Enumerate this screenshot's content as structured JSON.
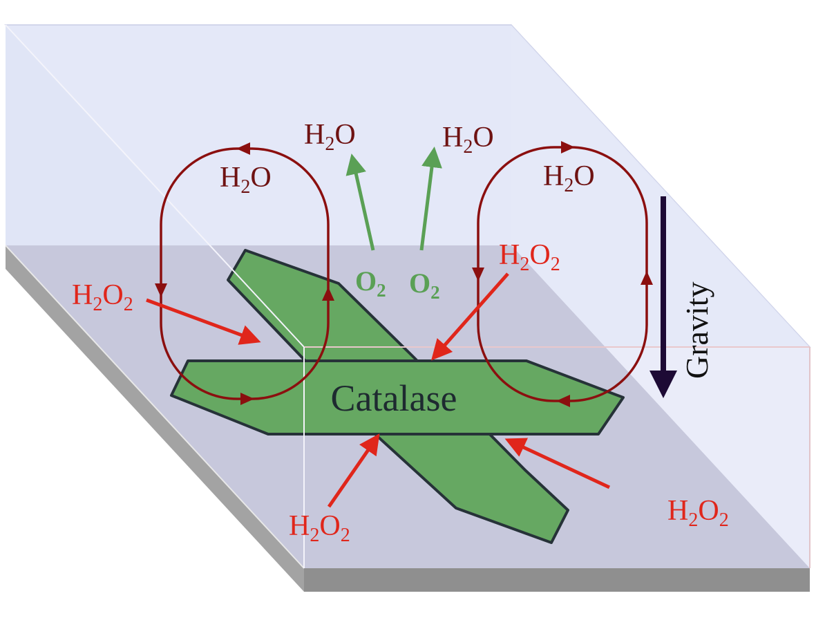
{
  "labels": {
    "catalase": "Catalase",
    "gravity": "Gravity",
    "h2o_top_left": {
      "main": "H",
      "sub": "2",
      "tail": "O"
    },
    "h2o_top_right": {
      "main": "H",
      "sub": "2",
      "tail": "O"
    },
    "h2o_loop_left": {
      "main": "H",
      "sub": "2",
      "tail": "O"
    },
    "h2o_loop_right": {
      "main": "H",
      "sub": "2",
      "tail": "O"
    },
    "o2_left": {
      "main": "O",
      "sub": "2"
    },
    "o2_right": {
      "main": "O",
      "sub": "2"
    },
    "h2o2_left": {
      "a": "H",
      "b": "2",
      "c": "O",
      "d": "2"
    },
    "h2o2_top_right": {
      "a": "H",
      "b": "2",
      "c": "O",
      "d": "2"
    },
    "h2o2_bottom": {
      "a": "H",
      "b": "2",
      "c": "O",
      "d": "2"
    },
    "h2o2_bottom_right": {
      "a": "H",
      "b": "2",
      "c": "O",
      "d": "2"
    }
  },
  "colors": {
    "liquid_fill": "#e3e7f8",
    "floor_fill": "#c8c9dc",
    "slab_side": "#8f8f8f",
    "slab_side_dark": "#a9a9a9",
    "catalase_green": "#66a862",
    "catalase_outline": "#263238",
    "convection_loop": "#8b0f0f",
    "h2o_text": "#6e1212",
    "h2o2_red": "#e0261b",
    "o2_green": "#5aa055",
    "gravity_arrow": "#1d0a35"
  },
  "icons": {
    "gravity_arrow": "down-arrow-icon",
    "loop_arrowheads": "triangle-arrowhead-icon"
  }
}
